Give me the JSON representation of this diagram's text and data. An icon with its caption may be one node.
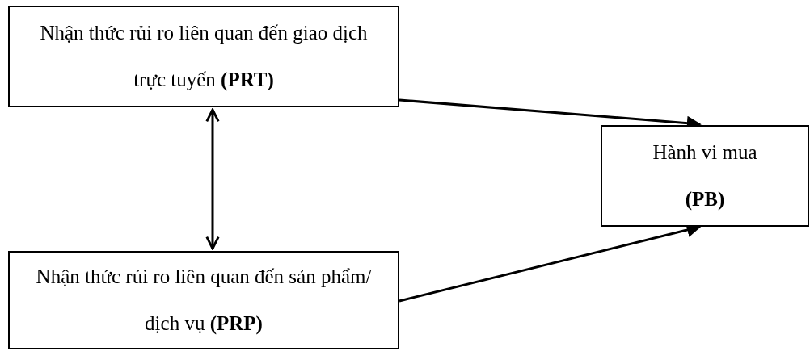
{
  "diagram": {
    "nodes": [
      {
        "text": [
          "Nhận thức rủi ro liên quan đến giao dịch trực tuyến **(PRT)**"
        ]
      },
      {
        "text": [
          "Nhận thức rủi ro liên quan đến sản phẩm/ dịch vụ **(PRP)**"
        ]
      },
      {
        "text": [
          "Hành vi mua **(PB)**"
        ]
      }
    ],
    "edges": [
      {
        "from": 0,
        "to": 1,
        "arrow": "both"
      },
      {
        "from": 0,
        "to": 2,
        "arrow": "to"
      },
      {
        "from": 1,
        "to": 2,
        "arrow": "to"
      }
    ]
  }
}
